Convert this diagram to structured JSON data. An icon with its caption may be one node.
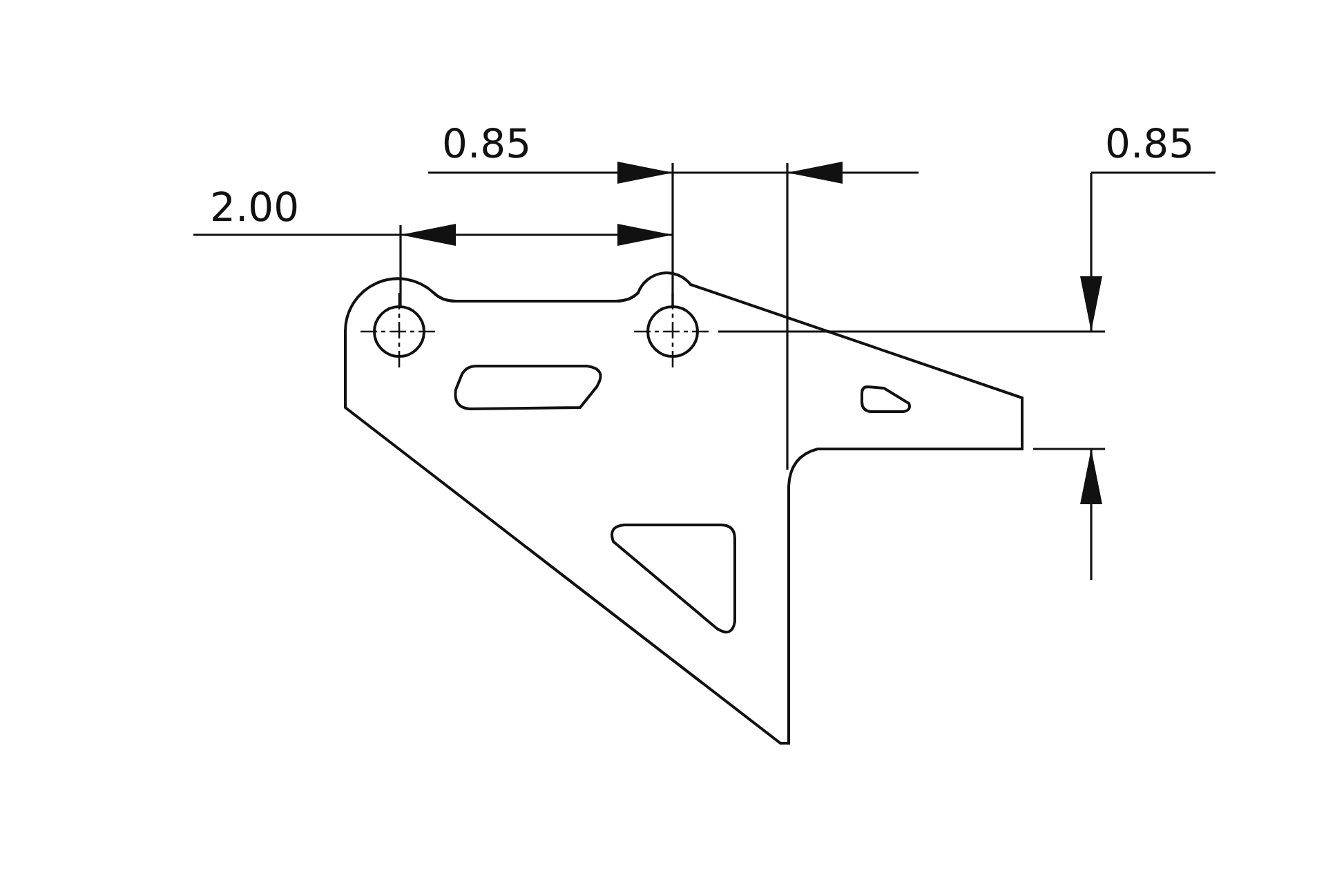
{
  "diagram": {
    "labels": [
      "0.85",
      "0.85",
      "2.00"
    ]
  }
}
